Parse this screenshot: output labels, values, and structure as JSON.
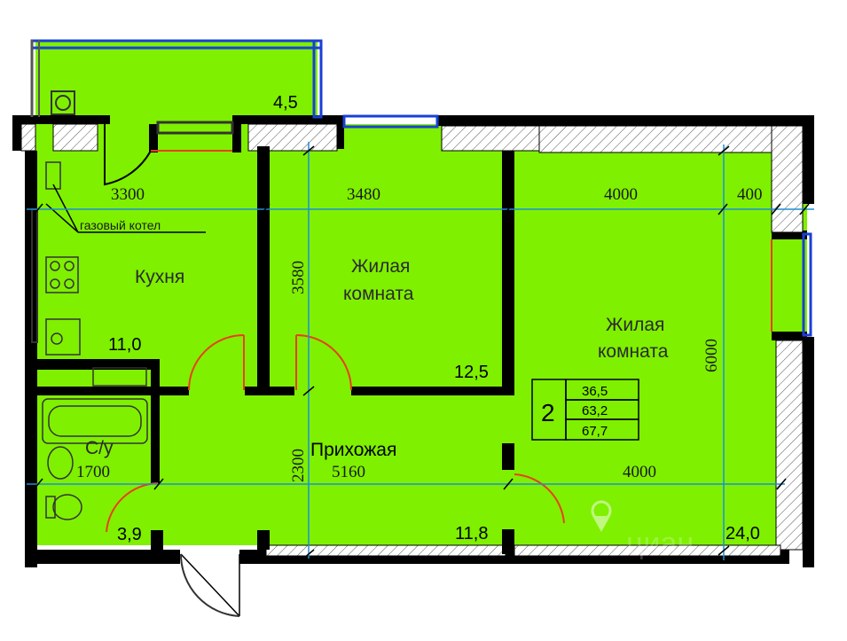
{
  "rooms": {
    "kitchen": {
      "name": "Кухня",
      "area": "11,0"
    },
    "living1": {
      "name_line1": "Жилая",
      "name_line2": "комната",
      "area": "12,5"
    },
    "living2": {
      "name_line1": "Жилая",
      "name_line2": "комната",
      "area": "24,0"
    },
    "hallway": {
      "name": "Прихожая",
      "area": "11,8"
    },
    "bathroom": {
      "name": "С/у",
      "area": "3,9"
    },
    "balcony": {
      "area": "4,5"
    }
  },
  "labels": {
    "boiler": "газовый котел"
  },
  "dimensions": {
    "top_kitchen": "3300",
    "top_living1": "3480",
    "top_living2": "4000",
    "top_right": "400",
    "bottom_bath": "1700",
    "bottom_hall": "5160",
    "bottom_living2": "4000",
    "vertical_living1": "3580",
    "vertical_hall": "2300",
    "vertical_living2": "6000"
  },
  "summary": {
    "rooms_count": "2",
    "living_area": "36,5",
    "total_area": "63,2",
    "total_area_balcony": "67,7"
  },
  "watermark": "циан",
  "colors": {
    "floor": "#7ff000",
    "wall": "#000000",
    "window": "#1a3fd6",
    "dimension": "#1a8fd6",
    "door": "#e8401c"
  }
}
